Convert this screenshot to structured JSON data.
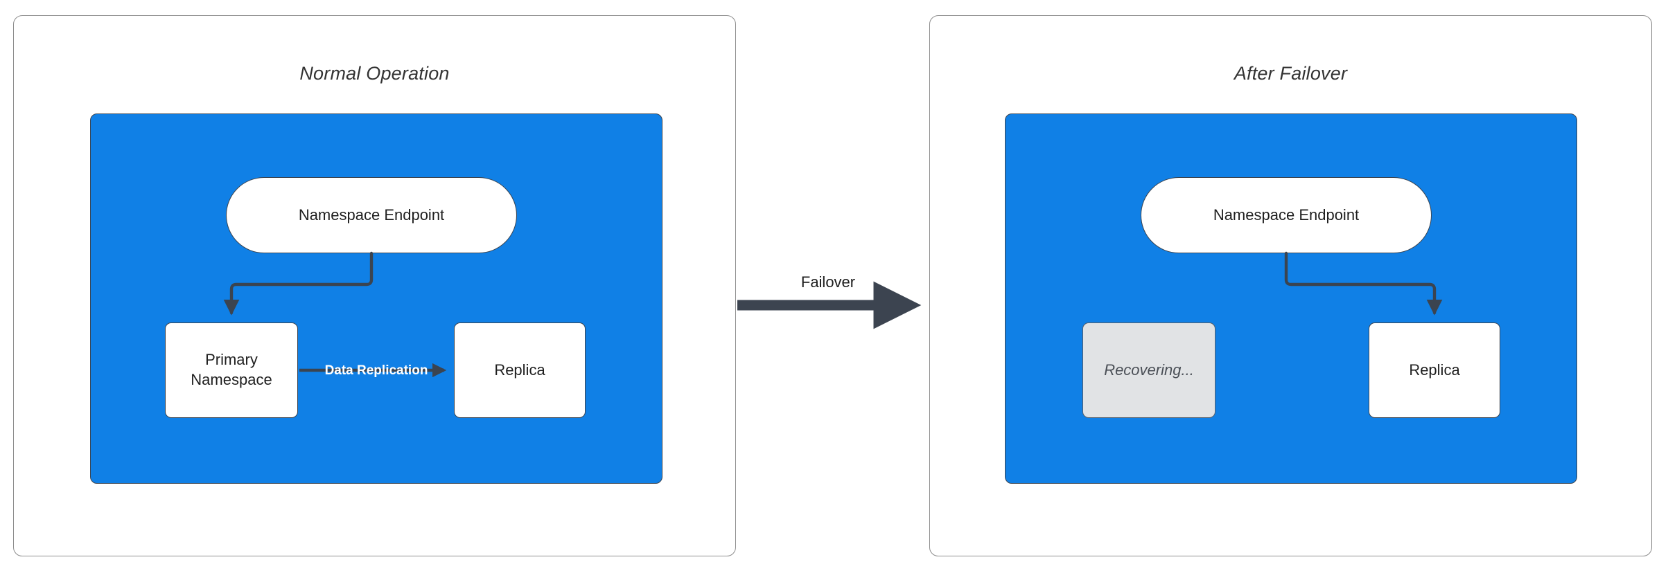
{
  "diagram": {
    "title_left": "Normal Operation",
    "title_right": "After Failover",
    "transition_label": "Failover",
    "colors": {
      "group_blue": "#1080E6",
      "node_white": "#FFFFFF",
      "node_muted": "#E1E3E5",
      "stroke_dark": "#3B4450",
      "panel_border": "#8C8C8C",
      "title_text": "#333333",
      "edge_label_white": "#FFFFFF"
    }
  },
  "panels": [
    {
      "id": "normal-operation",
      "title": "Normal Operation",
      "group": {
        "nodes": [
          {
            "id": "namespace-endpoint",
            "label": "Namespace Endpoint",
            "shape": "pill",
            "state": "active"
          },
          {
            "id": "primary-namespace",
            "label": "Primary\nNamespace",
            "label_line1": "Primary",
            "label_line2": "Namespace",
            "shape": "rect",
            "state": "active"
          },
          {
            "id": "replica",
            "label": "Replica",
            "shape": "rect",
            "state": "active"
          }
        ],
        "edges": [
          {
            "from": "namespace-endpoint",
            "to": "primary-namespace",
            "label": "",
            "style": "elbow-arrow"
          },
          {
            "from": "primary-namespace",
            "to": "replica",
            "label": "Data Replication",
            "style": "straight-arrow"
          }
        ]
      }
    },
    {
      "id": "after-failover",
      "title": "After Failover",
      "group": {
        "nodes": [
          {
            "id": "namespace-endpoint",
            "label": "Namespace Endpoint",
            "shape": "pill",
            "state": "active"
          },
          {
            "id": "recovering",
            "label": "Recovering...",
            "shape": "rect",
            "state": "muted"
          },
          {
            "id": "replica",
            "label": "Replica",
            "shape": "rect",
            "state": "active"
          }
        ],
        "edges": [
          {
            "from": "namespace-endpoint",
            "to": "replica",
            "label": "",
            "style": "elbow-arrow"
          }
        ]
      }
    }
  ],
  "transition": {
    "label": "Failover",
    "from_panel": "normal-operation",
    "to_panel": "after-failover",
    "style": "thick-arrow"
  }
}
